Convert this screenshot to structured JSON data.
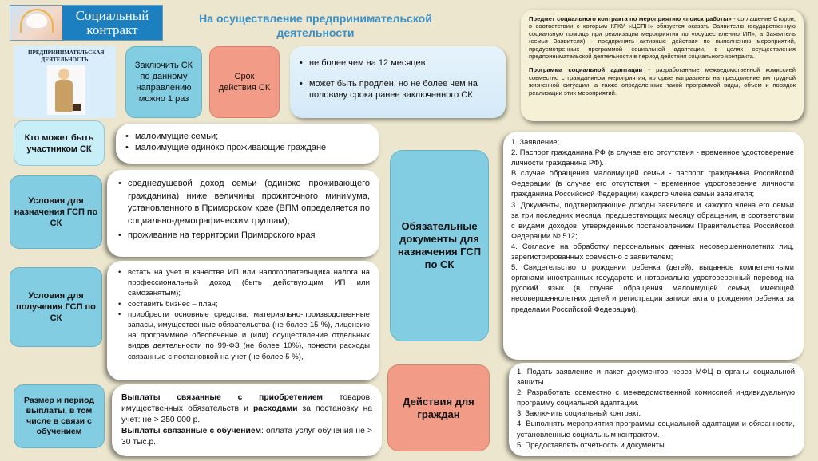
{
  "logo": {
    "text_line1": "Социальный",
    "text_line2": "контракт"
  },
  "title": "На осуществление предпринимательской деятельности",
  "picture_caption": "ПРЕДПРИНИМАТЕЛЬСКАЯ ДЕЯТЕЛЬНОСТЬ",
  "subject": {
    "p1_bold": "Предмет социального контракта по мероприятию «поиск работы»",
    "p1_rest": " - соглашение Сторон, в соответствии с которым КГКУ «ЦСПН» обязуется оказать Заявителю государственную социальную помощь при реализации мероприятия по «осуществлению ИП», а Заявитель (семья Заявителя) - предпринять активные действия по выполнению мероприятий, предусмотренных программой социальной адаптации, в целях осуществления предпринимательской деятельности в период действия социального контракта.",
    "p2_bold": "Программа социальной адаптации",
    "p2_rest": " - разработанные межведомственной комиссией совместно с гражданином мероприятия, которые направлены на преодоление им трудной жизненной ситуации, а также определенные такой программой виды, объем и порядок реализации этих мероприятий."
  },
  "once_box": "Заключить СК по данному направлению можно 1 раз",
  "term_box": "Срок действия СК",
  "term_items": [
    "не более чем на 12 месяцев",
    "может быть продлен, но не более чем на половину срока ранее заключенного СК"
  ],
  "participants": {
    "label": "Кто может быть участником СК",
    "items": [
      "малоимущие семьи;",
      "малоимущие одиноко проживающие граждане"
    ]
  },
  "assign_conditions": {
    "label": "Условия для назначения ГСП по СК",
    "items": [
      "среднедушевой доход семьи (одиноко проживающего гражданина) ниже величины прожиточного минимума, установленного в Приморском крае (ВПМ определяется по социально-демографическим группам);",
      "проживание на территории Приморского края"
    ]
  },
  "receive_conditions": {
    "label": "Условия для получения ГСП по СК",
    "items": [
      "встать на учет в качестве ИП или налогоплательщика налога на профессиональный доход (быть действующим ИП или самозанятым);",
      "составить бизнес – план;",
      "приобрести основные средства, материально-производственные запасы, имущественные обязательства (не более 15 %), лицензию на программное обеспечение и (или) осуществление отдельных видов деятельности по 99-ФЗ (не более 10%), понести расходы связанные с постановкой на учет (не более 5 %),"
    ]
  },
  "payments": {
    "label": "Размер и период выплаты, в том числе в связи с обучением",
    "l1_bold_a": "Выплаты связанные с приобретением",
    "l1_text_a": " товаров, имущественных обязательств и ",
    "l1_bold_b": "расходами",
    "l1_text_b": " за постановку на учет: не > 250 000 р.",
    "l2_bold": "Выплаты связанные с обучением",
    "l2_text": ": оплата услуг обучения не > 30 тыс.р."
  },
  "documents": {
    "label": "Обязательные документы для назначения ГСП по СК",
    "items": [
      "1. Заявление;",
      "2. Паспорт гражданина РФ (в случае его отсутствия - временное удостоверение личности гражданина РФ).",
      "В случае обращения малоимущей семьи - паспорт гражданина Российской Федерации (в случае его отсутствия - временное удостоверение личности гражданина Российской Федерации) каждого члена семьи заявителя;",
      "3. Документы, подтверждающие доходы заявителя и каждого члена его семьи за три последних месяца, предшествующих месяцу обращения, в соответствии с видами доходов, утвержденных постановлением Правительства Российской Федерации № 512;",
      "4. Согласие на обработку персональных данных несовершеннолетних лиц, зарегистрированных совместно с заявителем;",
      "5. Свидетельство о рождении ребенка (детей), выданное компетентными органами иностранных государств и нотариально удостоверенный перевод на русский язык (в случае обращения малоимущей семьи, имеющей несовершеннолетних детей и регистрации записи акта о рождении ребенка за пределами Российской Федерации)."
    ]
  },
  "actions": {
    "label": "Действия для граждан",
    "items": [
      "1. Подать заявление и пакет документов через МФЦ в органы социальной защиты.",
      "2. Разработать совместно с межведомственной комиссией индивидуальную программу социальной адаптации.",
      "3. Заключить социальный контракт.",
      "4. Выполнять мероприятия программы социальной адаптации и обязанности, установленные социальным контрактом.",
      "5. Предоставлять отчетность и документы."
    ]
  },
  "colors": {
    "background": "#ebe6cd",
    "blue_box": "#82cde2",
    "salmon_box": "#f29b86",
    "title": "#3a8fc7",
    "logo": "#1c7fc0"
  }
}
